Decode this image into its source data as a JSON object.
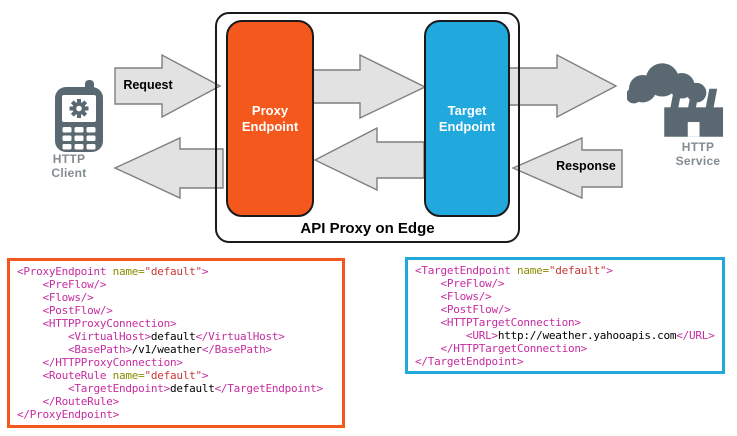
{
  "colors": {
    "endpoint_orange": "#F4581C",
    "endpoint_blue": "#21A8DC",
    "arrow_fill": "#E2E2E2",
    "arrow_stroke": "#7F7F7F",
    "outline_black": "#1A1A1A",
    "icon_gray": "#5A6872",
    "icon_label_gray": "#828C91",
    "code_tag": "#C62CA0",
    "code_attr": "#8B8B00",
    "code_value": "#C83737",
    "code_text": "#000000"
  },
  "diagram": {
    "client": {
      "icon": "mobile-phone-icon",
      "label": [
        "HTTP",
        "Client"
      ]
    },
    "service": {
      "icon": "factory-icon",
      "label": [
        "HTTP",
        "Service"
      ]
    },
    "request_arrow_label": "Request",
    "response_arrow_label": "Response",
    "container_title": "API Proxy on Edge",
    "proxy_endpoint_label": [
      "Proxy",
      "Endpoint"
    ],
    "target_endpoint_label": [
      "Target",
      "Endpoint"
    ]
  },
  "code_panels": [
    {
      "id": "proxy_endpoint_xml",
      "accent": "orange",
      "lines": [
        [
          {
            "t": "<ProxyEndpoint",
            "c": "tag"
          },
          {
            "t": " ",
            "c": "txt"
          },
          {
            "t": "name=",
            "c": "attr"
          },
          {
            "t": "\"default\"",
            "c": "val"
          },
          {
            "t": ">",
            "c": "tag"
          }
        ],
        [
          {
            "t": "    <PreFlow/>",
            "c": "tag"
          }
        ],
        [
          {
            "t": "    <Flows/>",
            "c": "tag"
          }
        ],
        [
          {
            "t": "    <PostFlow/>",
            "c": "tag"
          }
        ],
        [
          {
            "t": "    <HTTPProxyConnection>",
            "c": "tag"
          }
        ],
        [
          {
            "t": "        <VirtualHost>",
            "c": "tag"
          },
          {
            "t": "default",
            "c": "txt"
          },
          {
            "t": "</VirtualHost>",
            "c": "tag"
          }
        ],
        [
          {
            "t": "        <BasePath>",
            "c": "tag"
          },
          {
            "t": "/v1/weather",
            "c": "txt"
          },
          {
            "t": "</BasePath>",
            "c": "tag"
          }
        ],
        [
          {
            "t": "    </HTTPProxyConnection>",
            "c": "tag"
          }
        ],
        [
          {
            "t": "    <RouteRule",
            "c": "tag"
          },
          {
            "t": " ",
            "c": "txt"
          },
          {
            "t": "name=",
            "c": "attr"
          },
          {
            "t": "\"default\"",
            "c": "val"
          },
          {
            "t": ">",
            "c": "tag"
          }
        ],
        [
          {
            "t": "        <TargetEndpoint>",
            "c": "tag"
          },
          {
            "t": "default",
            "c": "txt"
          },
          {
            "t": "</TargetEndpoint>",
            "c": "tag"
          }
        ],
        [
          {
            "t": "    </RouteRule>",
            "c": "tag"
          }
        ],
        [
          {
            "t": "</ProxyEndpoint>",
            "c": "tag"
          }
        ]
      ]
    },
    {
      "id": "target_endpoint_xml",
      "accent": "blue",
      "lines": [
        [
          {
            "t": "<TargetEndpoint",
            "c": "tag"
          },
          {
            "t": " ",
            "c": "txt"
          },
          {
            "t": "name=",
            "c": "attr"
          },
          {
            "t": "\"default\"",
            "c": "val"
          },
          {
            "t": ">",
            "c": "tag"
          }
        ],
        [
          {
            "t": "    <PreFlow/>",
            "c": "tag"
          }
        ],
        [
          {
            "t": "    <Flows/>",
            "c": "tag"
          }
        ],
        [
          {
            "t": "    <PostFlow/>",
            "c": "tag"
          }
        ],
        [
          {
            "t": "    <HTTPTargetConnection>",
            "c": "tag"
          }
        ],
        [
          {
            "t": "        <URL>",
            "c": "tag"
          },
          {
            "t": "http://weather.yahooapis.com",
            "c": "txt"
          },
          {
            "t": "</URL>",
            "c": "tag"
          }
        ],
        [
          {
            "t": "    </HTTPTargetConnection>",
            "c": "tag"
          }
        ],
        [
          {
            "t": "</TargetEndpoint>",
            "c": "tag"
          }
        ]
      ]
    }
  ]
}
